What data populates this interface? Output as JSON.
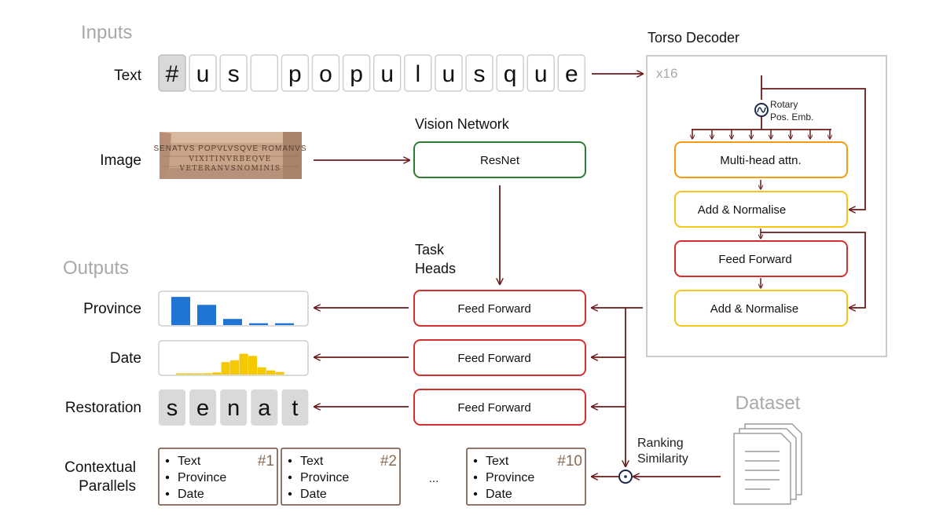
{
  "inputs_heading": "Inputs",
  "outputs_heading": "Outputs",
  "input_labels": {
    "text": "Text",
    "image": "Image"
  },
  "text_tokens": [
    "#",
    "u",
    "s",
    "",
    "p",
    "o",
    "p",
    "u",
    "l",
    "u",
    "s",
    "q",
    "u",
    "e"
  ],
  "image_alt_text": "SENATVS POPVLVSQVE ROMANVS",
  "vision": {
    "title": "Vision Network",
    "block": "ResNet"
  },
  "torso": {
    "title": "Torso Decoder",
    "repeat": "x16",
    "rotary_line1": "Rotary",
    "rotary_line2": "Pos. Emb.",
    "attn": "Multi-head attn.",
    "norm1": "Add & Normalise",
    "ff": "Feed Forward",
    "norm2": "Add & Normalise"
  },
  "task_heads": {
    "title_line1": "Task",
    "title_line2": "Heads",
    "province": "Feed Forward",
    "date": "Feed Forward",
    "restoration": "Feed Forward"
  },
  "output_labels": {
    "province": "Province",
    "date": "Date",
    "restoration": "Restoration",
    "parallels_line1": "Contextual",
    "parallels_line2": "Parallels"
  },
  "province_bars": [
    0.92,
    0.66,
    0.2,
    0.06,
    0.06
  ],
  "date_bars": [
    0.02,
    0.02,
    0.03,
    0.05,
    0.08,
    0.48,
    0.55,
    0.8,
    0.72,
    0.28,
    0.16,
    0.1
  ],
  "restoration_tokens": [
    "s",
    "e",
    "n",
    "a",
    "t"
  ],
  "parallels": [
    {
      "rank": "#1",
      "items": [
        "Text",
        "Province",
        "Date"
      ]
    },
    {
      "rank": "#2",
      "items": [
        "Text",
        "Province",
        "Date"
      ]
    },
    {
      "rank": "#10",
      "items": [
        "Text",
        "Province",
        "Date"
      ]
    }
  ],
  "ellipsis": "...",
  "ranking_line1": "Ranking",
  "ranking_line2": "Similarity",
  "dataset": "Dataset",
  "colors": {
    "arrow": "#6b1a1a",
    "green": "#2e7d32",
    "orange": "#f39c12",
    "yellow": "#f5c518",
    "red": "#d32f2f",
    "blue": "#1f74d4",
    "bar_yellow": "#f5c800",
    "token_bg": "#d9d9d9",
    "grey_text": "#a9a9a9",
    "rank_text": "#8a6a52"
  }
}
